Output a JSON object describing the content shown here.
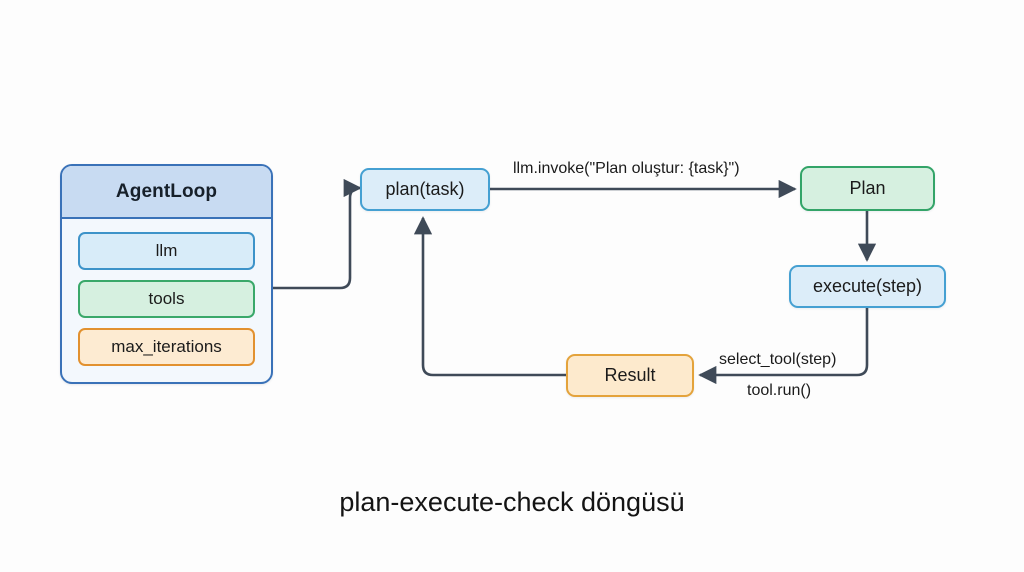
{
  "diagram": {
    "caption": "plan-execute-check döngüsü",
    "class_box": {
      "title": "AgentLoop",
      "attributes": [
        {
          "name": "llm",
          "color": "#d8ecf9"
        },
        {
          "name": "tools",
          "color": "#d6f0e0"
        },
        {
          "name": "max_iterations",
          "color": "#fdebd2"
        }
      ]
    },
    "nodes": [
      {
        "id": "plan-task",
        "label": "plan(task)",
        "color": "#dcedf9"
      },
      {
        "id": "plan",
        "label": "Plan",
        "color": "#d6f0e0"
      },
      {
        "id": "execute-step",
        "label": "execute(step)",
        "color": "#dcedf9"
      },
      {
        "id": "result",
        "label": "Result",
        "color": "#fdeacd"
      }
    ],
    "edge_labels": {
      "invoke": "llm.invoke(\"Plan oluştur: {task}\")",
      "select_tool": "select_tool(step)",
      "tool_run": "tool.run()"
    },
    "colors": {
      "background": "#fdfdfd",
      "edge": "#3f4a58",
      "class_border": "#3a72b8",
      "class_header": "#c8dbf2"
    }
  }
}
